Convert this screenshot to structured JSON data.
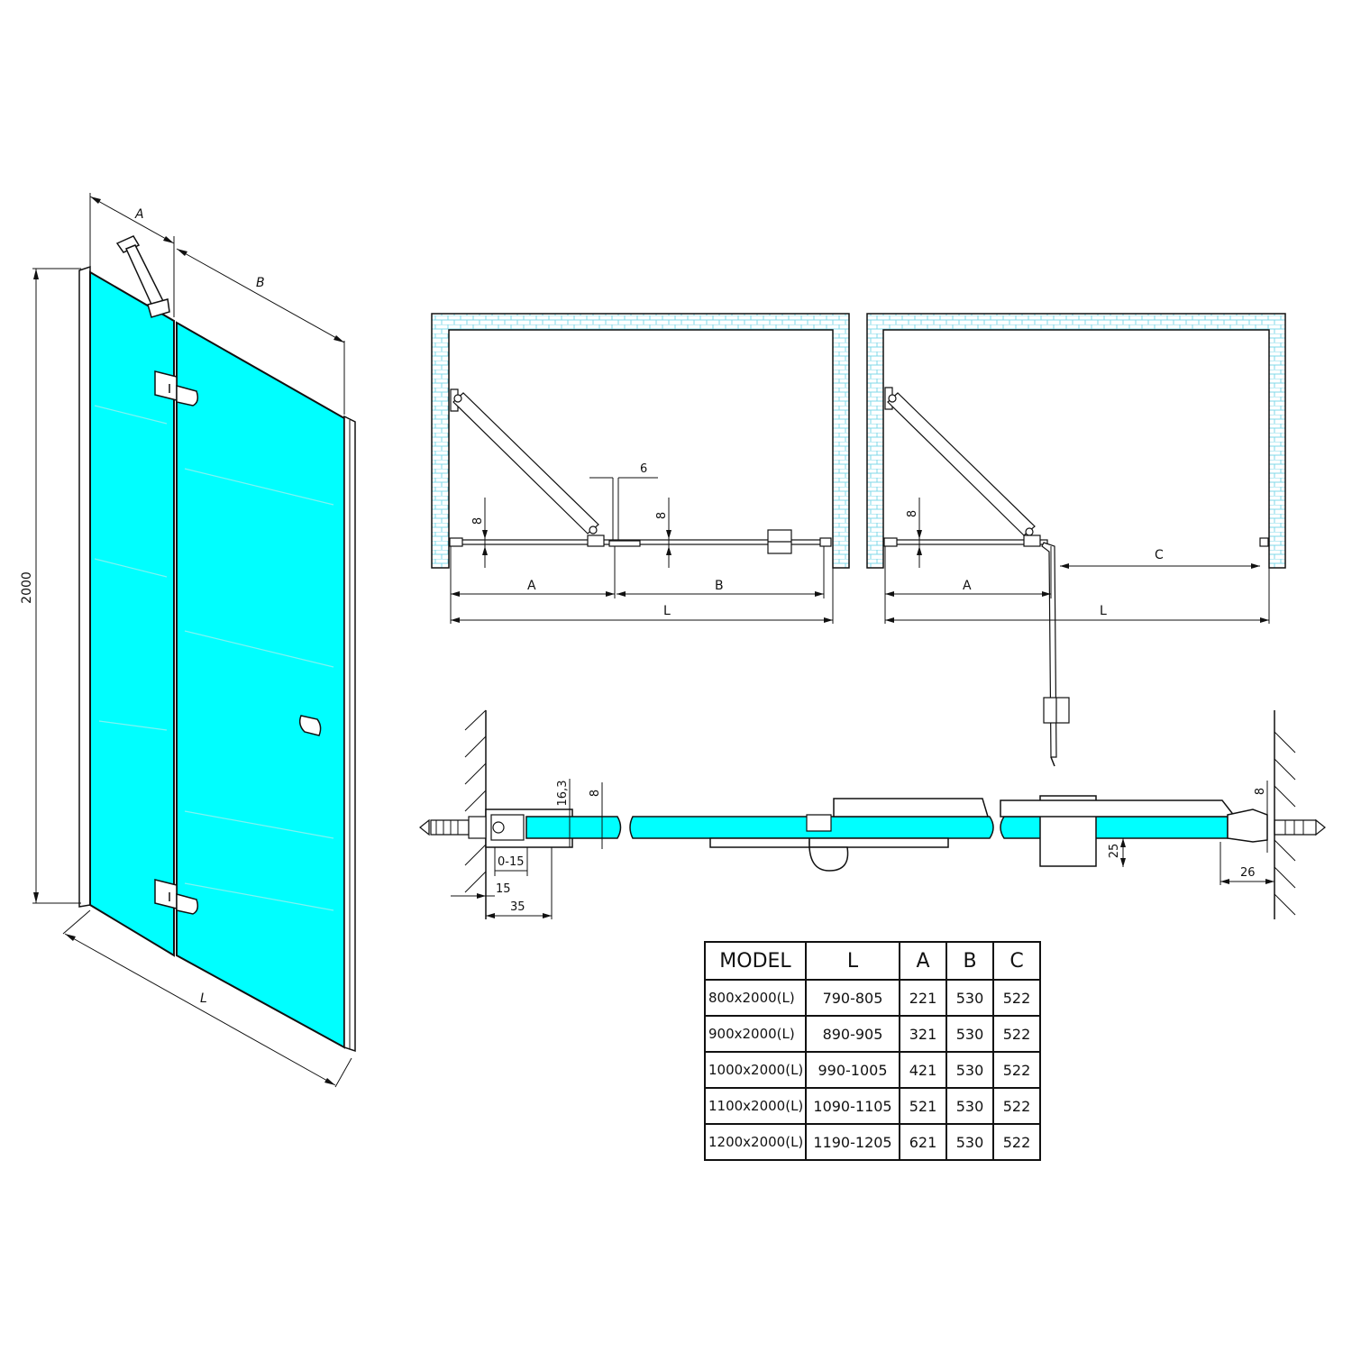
{
  "colors": {
    "glass": "#00FFFF",
    "line": "#111111",
    "wall": "#7fd8e8"
  },
  "labels": {
    "a": "A",
    "b": "B",
    "c": "C",
    "l": "L",
    "height": "2000",
    "d6": "6",
    "d8": "8",
    "d16": "16,3",
    "d0_15": "0-15",
    "d15": "15",
    "d35": "35",
    "d25": "25",
    "d26": "26"
  },
  "table": {
    "headers": [
      "MODEL",
      "L",
      "A",
      "B",
      "C"
    ],
    "rows": [
      [
        "800x2000(L)",
        "790-805",
        "221",
        "530",
        "522"
      ],
      [
        "900x2000(L)",
        "890-905",
        "321",
        "530",
        "522"
      ],
      [
        "1000x2000(L)",
        "990-1005",
        "421",
        "530",
        "522"
      ],
      [
        "1100x2000(L)",
        "1090-1105",
        "521",
        "530",
        "522"
      ],
      [
        "1200x2000(L)",
        "1190-1205",
        "621",
        "530",
        "522"
      ]
    ]
  }
}
